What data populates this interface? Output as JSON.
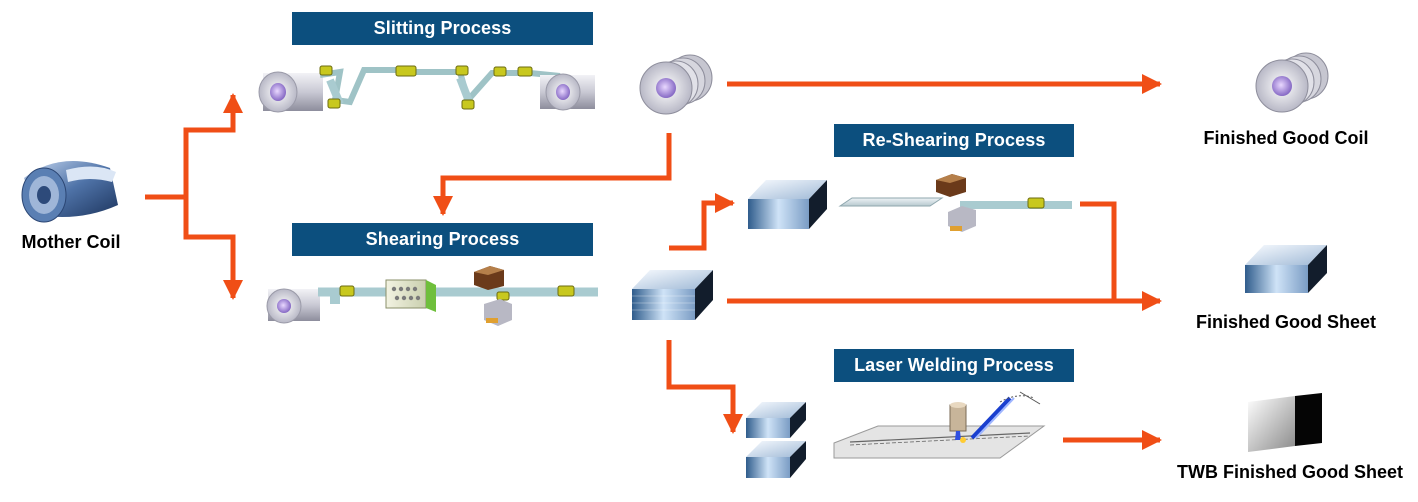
{
  "processes": {
    "slitting": "Slitting Process",
    "shearing": "Shearing Process",
    "reshearing": "Re-Shearing Process",
    "laser_welding": "Laser Welding Process"
  },
  "nodes": {
    "mother_coil": "Mother Coil",
    "finished_coil": "Finished Good Coil",
    "finished_sheet": "Finished Good Sheet",
    "twb_sheet": "TWB Finished Good Sheet"
  },
  "colors": {
    "arrow": "#f04e16",
    "title_bg": "#0c4f7e",
    "title_text": "#ffffff",
    "roller": "#c8c81e"
  },
  "icons": [
    "coil-icon",
    "sheet-stack-icon",
    "roller-icon",
    "shear-blade-icon",
    "laser-head-icon"
  ]
}
